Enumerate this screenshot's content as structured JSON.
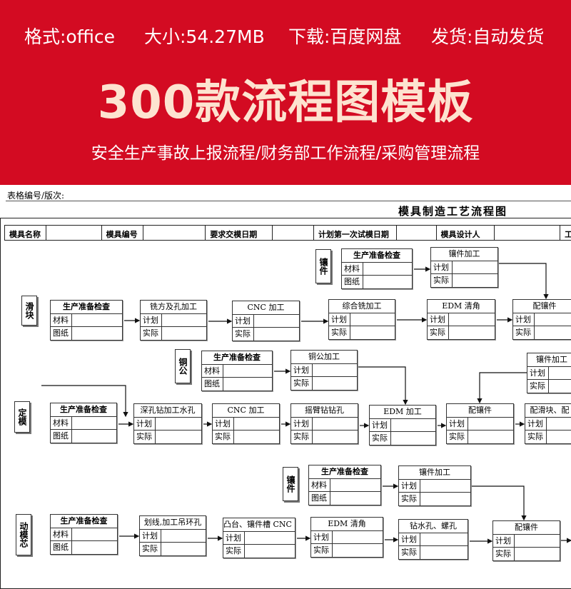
{
  "banner": {
    "info": [
      "格式:office",
      "大小:54.27MB",
      "下载:百度网盘",
      "发货:自动发货"
    ],
    "title": "300款流程图模板",
    "subtitle": "安全生产事故上报流程/财务部工作流程/采购管理流程",
    "color": "#d30b22"
  },
  "doc": {
    "form_no": "表格编号/版次:",
    "title": "模具制造工艺流程图",
    "header_fields": [
      "模具名称",
      "",
      "模具编号",
      "",
      "要求交模日期",
      "",
      "计划第一次试模日期",
      "",
      "模具设计人",
      "",
      "工"
    ],
    "row_labels": {
      "plan": "计划",
      "actual": "实际",
      "material": "材料",
      "drawing": "图纸"
    },
    "lanes": [
      {
        "label": "镶件",
        "steps": [
          "生产准备检查",
          "镶件加工"
        ]
      },
      {
        "label": "滑块",
        "steps": [
          "生产准备检查",
          "铣方及孔加工",
          "CNC 加工",
          "综合铣加工",
          "EDM 清角",
          "配镶件"
        ]
      },
      {
        "label": "铜公",
        "steps": [
          "生产准备检查",
          "铜公加工"
        ]
      },
      {
        "label": "",
        "steps": [
          "镶件加工"
        ]
      },
      {
        "label": "定模",
        "steps": [
          "生产准备检查",
          "深孔钻加工水孔",
          "CNC 加工",
          "摇臂钻钻孔",
          "EDM 加工",
          "配镶件",
          "配滑块、配"
        ]
      },
      {
        "label": "镶件",
        "steps": [
          "生产准备检查",
          "镶件加工"
        ]
      },
      {
        "label": "动模芯",
        "steps": [
          "生产准备检查",
          "划线,加工吊环孔",
          "凸台、镶件槽 CNC 加工",
          "EDM 清角",
          "钻水孔、螺孔",
          "配镶件"
        ]
      }
    ]
  }
}
